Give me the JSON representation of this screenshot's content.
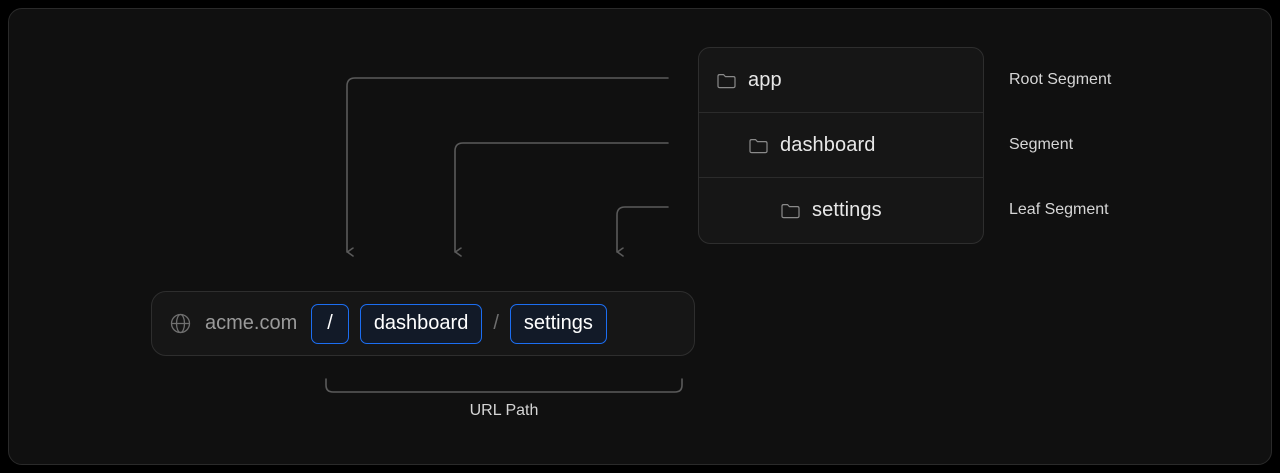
{
  "diagram": {
    "title_text": "",
    "colors": {
      "background": "#101010",
      "frame_border": "#2a2a2a",
      "card_background": "#161616",
      "card_border": "#2e2e2e",
      "row_divider": "#2b2b2b",
      "accent_blue": "#1c6ef2",
      "pill_fill": "#121a28",
      "text_primary": "#e8e8e8",
      "text_muted": "#9a9a9a",
      "connector": "#5a5a5a"
    }
  },
  "tree": {
    "rows": [
      {
        "label": "app",
        "icon": "folder-icon",
        "depth": 0,
        "annotation": "Root Segment"
      },
      {
        "label": "dashboard",
        "icon": "folder-icon",
        "depth": 1,
        "annotation": "Segment"
      },
      {
        "label": "settings",
        "icon": "folder-icon",
        "depth": 2,
        "annotation": "Leaf Segment"
      }
    ]
  },
  "annotations": {
    "root_segment": "Root Segment",
    "segment": "Segment",
    "leaf_segment": "Leaf Segment"
  },
  "url_bar": {
    "globe_icon": "globe-icon",
    "host": "acme.com",
    "segments": [
      {
        "label": "/",
        "highlighted": true
      },
      {
        "label": "dashboard",
        "highlighted": true
      },
      {
        "label": "settings",
        "highlighted": true
      }
    ],
    "separator": "/"
  },
  "bracket": {
    "caption": "URL Path"
  },
  "connectors": [
    {
      "from": "app",
      "to": "/",
      "arrow": "down-arrow-icon"
    },
    {
      "from": "dashboard",
      "to": "dashboard",
      "arrow": "down-arrow-icon"
    },
    {
      "from": "settings",
      "to": "settings",
      "arrow": "down-arrow-icon"
    }
  ]
}
